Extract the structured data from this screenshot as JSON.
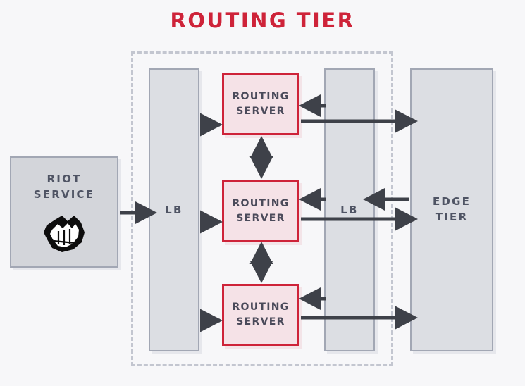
{
  "title": "ROUTING TIER",
  "colors": {
    "accent_red": "#ce2339",
    "node_fill": "#dcdee3",
    "node_border": "#a2a7b4",
    "server_fill": "#f5e2e7",
    "text": "#4f5464",
    "background": "#f7f7f9",
    "arrow": "#3e4149",
    "dashed_border": "#c3c6d0"
  },
  "riot_service": {
    "line1": "RIOT",
    "line2": "SERVICE",
    "icon": "fist-icon"
  },
  "load_balancers": [
    {
      "label": "LB",
      "name": "lb-left"
    },
    {
      "label": "LB",
      "name": "lb-right"
    }
  ],
  "routing_servers": [
    {
      "line1": "ROUTING",
      "line2": "SERVER",
      "name": "routing-server-top"
    },
    {
      "line1": "ROUTING",
      "line2": "SERVER",
      "name": "routing-server-middle"
    },
    {
      "line1": "ROUTING",
      "line2": "SERVER",
      "name": "routing-server-bottom"
    }
  ],
  "edge_tier": {
    "line1": "EDGE",
    "line2": "TIER"
  }
}
